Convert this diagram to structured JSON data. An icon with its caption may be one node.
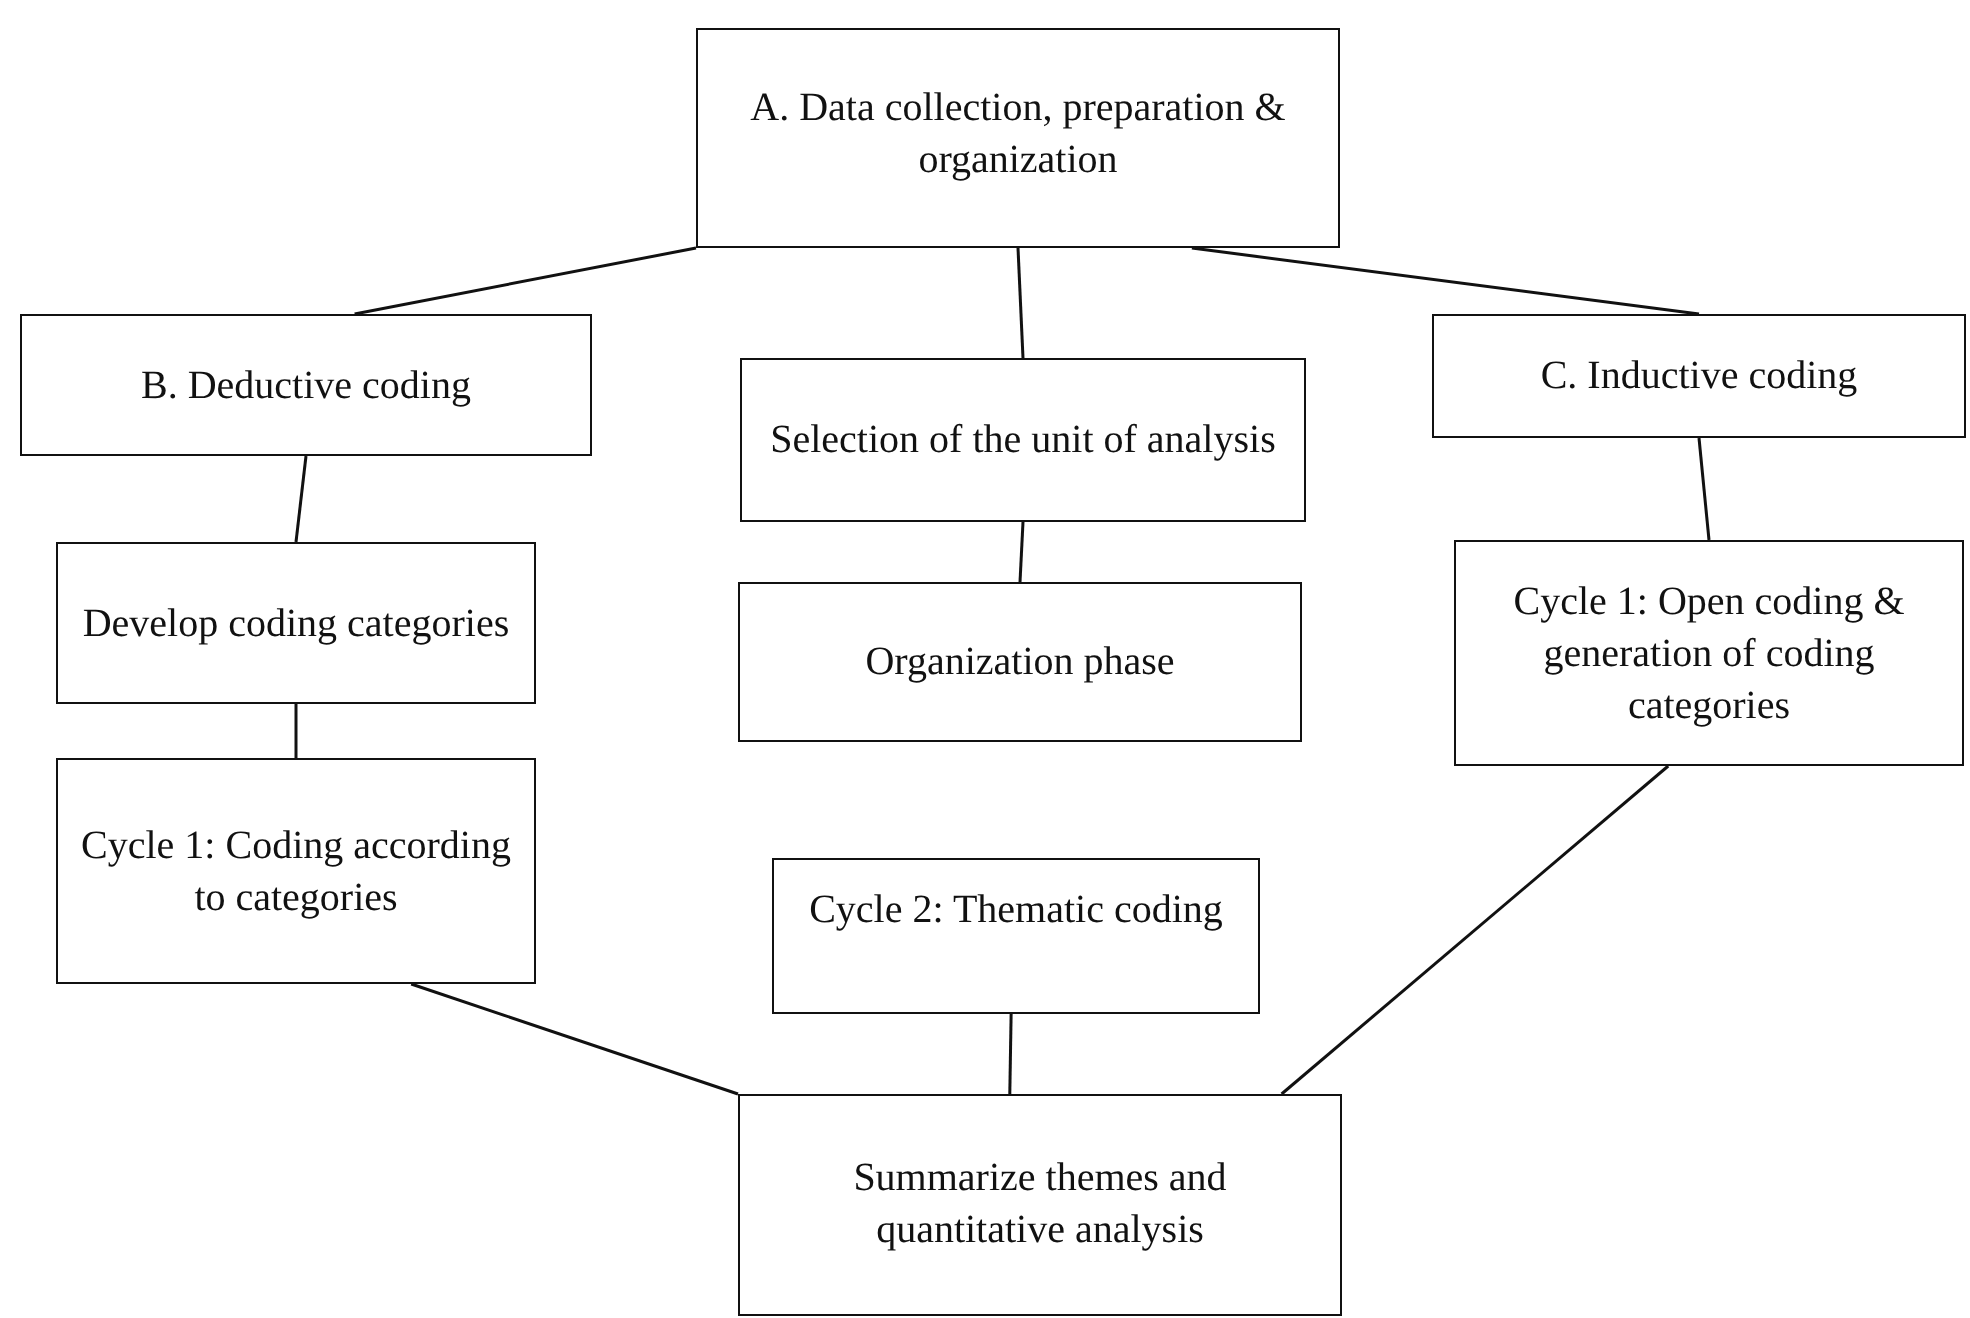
{
  "diagram": {
    "nodes": [
      {
        "text": [
          "A. Data collection, preparation & organization"
        ]
      },
      {
        "text": [
          "B. Deductive coding"
        ]
      },
      {
        "text": [
          "Selection of the unit of analysis"
        ]
      },
      {
        "text": [
          "C. Inductive coding"
        ]
      },
      {
        "text": [
          "Develop coding categories"
        ]
      },
      {
        "text": [
          "Organization phase"
        ]
      },
      {
        "text": [
          "Cycle 1: Open coding & generation of coding categories"
        ]
      },
      {
        "text": [
          "Cycle 1: Coding according to categories"
        ]
      },
      {
        "text": [
          "Cycle 2: Thematic coding"
        ]
      },
      {
        "text": [
          "Summarize themes and quantitative analysis"
        ]
      }
    ],
    "edges": [
      {
        "from": 0,
        "to": 1,
        "arrow": "none"
      },
      {
        "from": 0,
        "to": 2,
        "arrow": "none"
      },
      {
        "from": 0,
        "to": 3,
        "arrow": "none"
      },
      {
        "from": 1,
        "to": 4,
        "arrow": "none"
      },
      {
        "from": 2,
        "to": 5,
        "arrow": "none"
      },
      {
        "from": 3,
        "to": 6,
        "arrow": "none"
      },
      {
        "from": 4,
        "to": 7,
        "arrow": "none"
      },
      {
        "from": 7,
        "to": 9,
        "arrow": "none"
      },
      {
        "from": 8,
        "to": 9,
        "arrow": "none"
      },
      {
        "from": 6,
        "to": 9,
        "arrow": "none"
      }
    ]
  }
}
